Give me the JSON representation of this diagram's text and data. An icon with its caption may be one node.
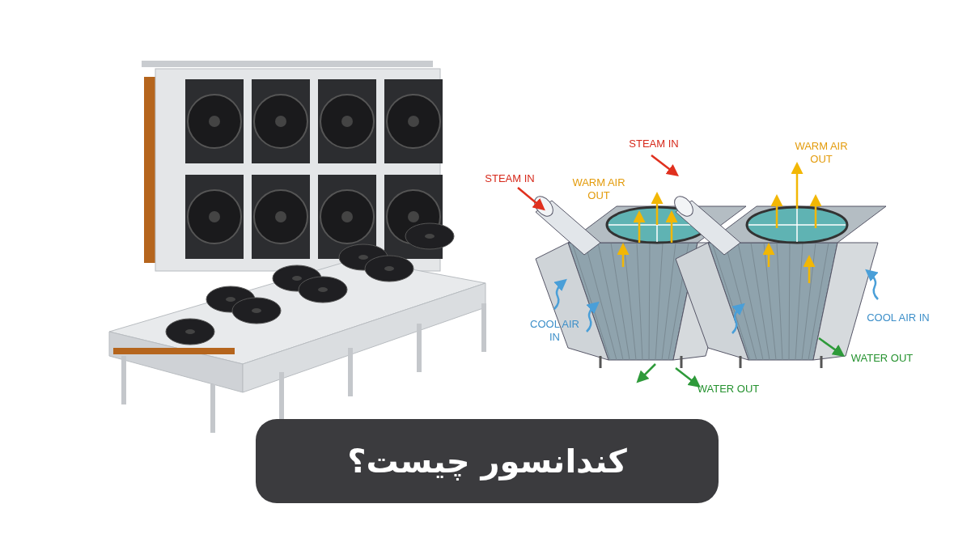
{
  "diagram": {
    "title": "کندانسور چیست؟",
    "labels": [
      "STEAM IN",
      "WARM AIR OUT",
      "STEAM IN",
      "WARM AIR OUT",
      "COOL AIR IN",
      "COOL AIR IN",
      "WATER OUT",
      "WATER OUT"
    ]
  }
}
